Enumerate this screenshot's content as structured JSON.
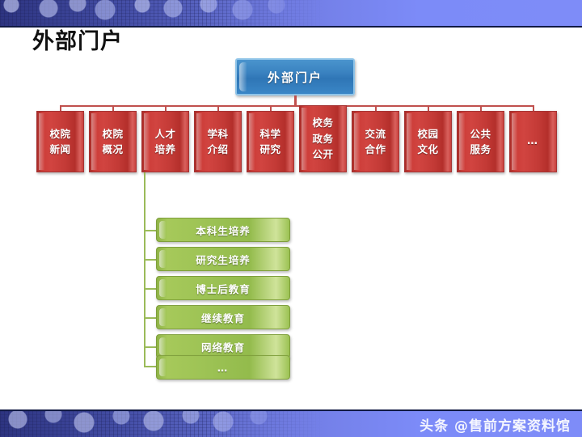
{
  "slide": {
    "title": "外部门户",
    "watermark": "头条 @售前方案资料馆"
  },
  "colors": {
    "header_band": "#7e8cf8",
    "header_band_dark": "#2d3480",
    "rule": "#111a44",
    "root_node": "#3a82c0",
    "level1_node": "#c33a36",
    "level2_node": "#9cc254",
    "connector_red": "#c0504d",
    "connector_green": "#9bbb59",
    "title_text": "#111111",
    "node_text": "#ffffff"
  },
  "diagram": {
    "root": {
      "label": "外部门户"
    },
    "level1": [
      {
        "label": "校院\n新闻"
      },
      {
        "label": "校院\n概况"
      },
      {
        "label": "人才\n培养"
      },
      {
        "label": "学科\n介绍"
      },
      {
        "label": "科学\n研究"
      },
      {
        "label": "校务\n政务\n公开"
      },
      {
        "label": "交流\n合作"
      },
      {
        "label": "校园\n文化"
      },
      {
        "label": "公共\n服务"
      },
      {
        "label": "…"
      }
    ],
    "level2_parent": "人才培养",
    "level2": [
      {
        "label": "本科生培养"
      },
      {
        "label": "研究生培养"
      },
      {
        "label": "博士后教育"
      },
      {
        "label": "继续教育"
      },
      {
        "label": "网络教育"
      },
      {
        "label": "…"
      }
    ]
  }
}
